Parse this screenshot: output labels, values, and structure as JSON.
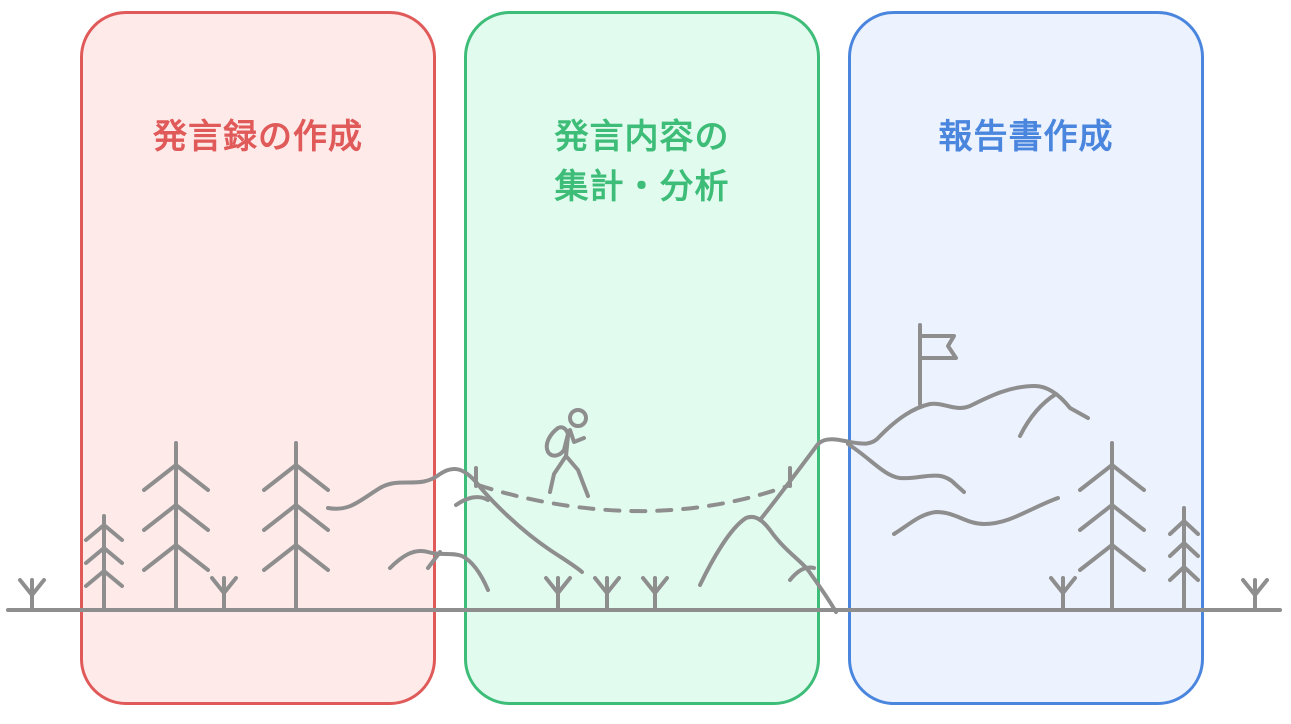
{
  "phases": [
    {
      "id": "phase-1",
      "title_lines": [
        "発言録の作成"
      ],
      "color": "#e05a5a",
      "fill": "#ffeaea"
    },
    {
      "id": "phase-2",
      "title_lines": [
        "発言内容の",
        "集計・分析"
      ],
      "color": "#3dbd78",
      "fill": "#e2fbef"
    },
    {
      "id": "phase-3",
      "title_lines": [
        "報告書作成"
      ],
      "color": "#4a86de",
      "fill": "#ecf2fe"
    }
  ],
  "illustration": {
    "stroke_color": "#8e8e8e",
    "icons": [
      "tree-icon",
      "grass-icon",
      "mountain-icon",
      "hiker-icon",
      "flag-icon"
    ]
  }
}
